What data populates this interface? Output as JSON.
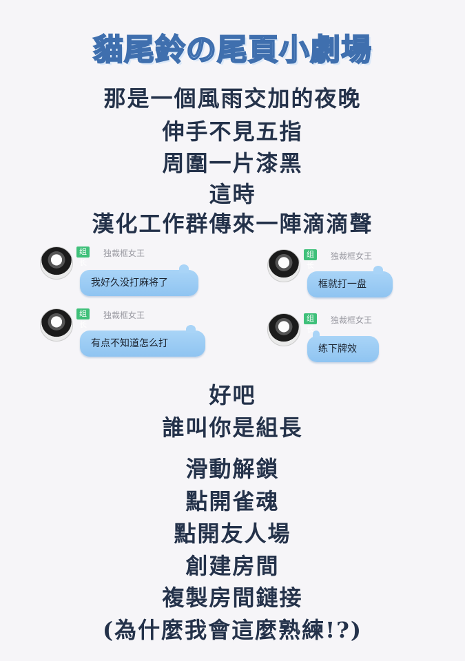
{
  "title": "貓尾鈴の尾頁小劇場",
  "story_top": [
    "那是一個風雨交加的夜晚",
    "伸手不見五指",
    "周圍一片漆黑",
    "這時",
    "漢化工作群傳來一陣滴滴聲"
  ],
  "chat": [
    {
      "badge": "组长",
      "nick": "独裁框女王",
      "text": "我好久没打麻将了"
    },
    {
      "badge": "组长",
      "nick": "独裁框女王",
      "text": "框就打一盘"
    },
    {
      "badge": "组长",
      "nick": "独裁框女王",
      "text": "有点不知道怎么打"
    },
    {
      "badge": "组长",
      "nick": "独裁框女王",
      "text": "练下牌效"
    }
  ],
  "story_mid": [
    "好吧",
    "誰叫你是組長"
  ],
  "story_bottom": [
    "滑動解鎖",
    "點開雀魂",
    "點開友人場",
    "創建房間",
    "複製房間鏈接",
    "(為什麼我會這麼熟練!?)"
  ]
}
